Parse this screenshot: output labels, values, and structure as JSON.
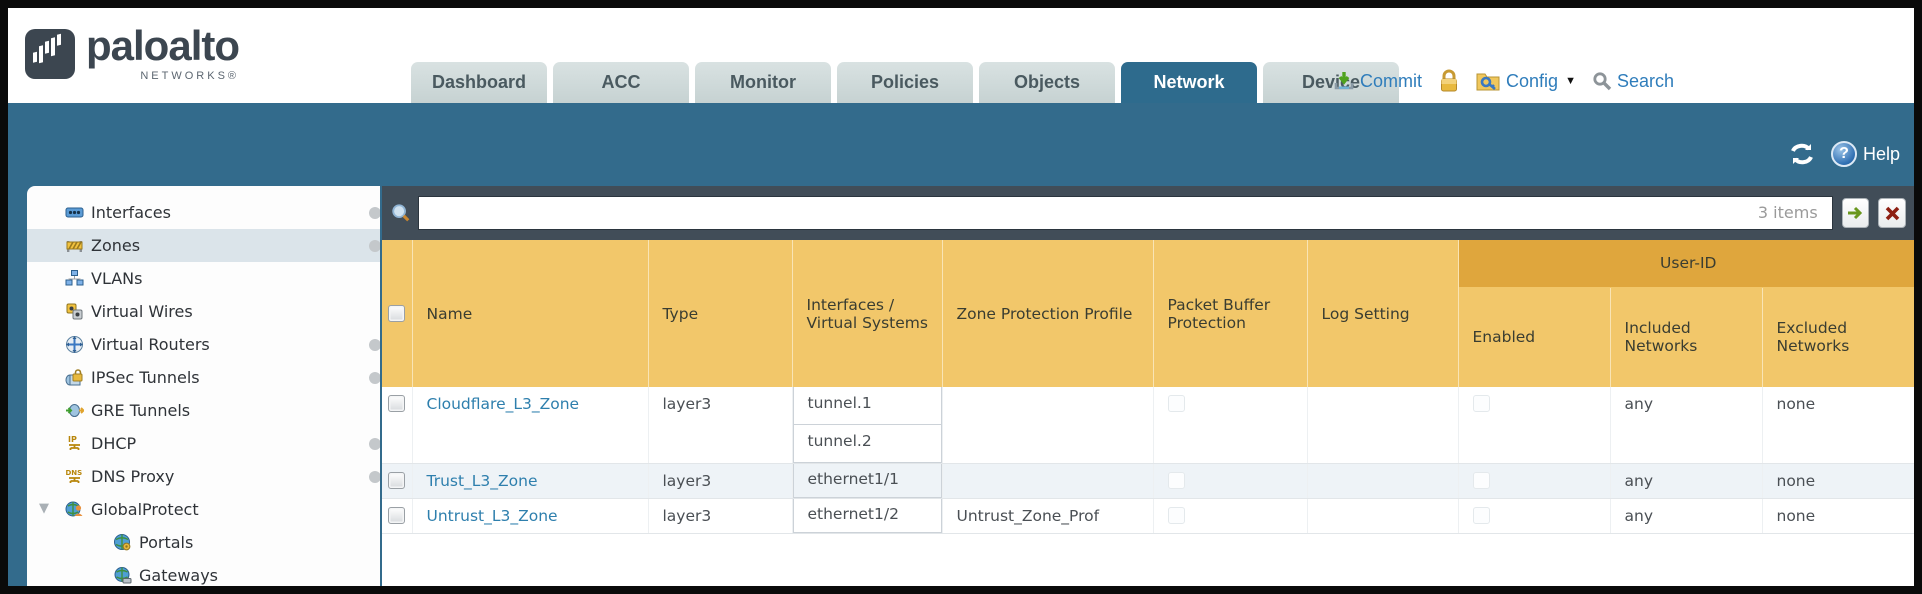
{
  "brand": {
    "name": "paloalto",
    "sub": "NETWORKS®"
  },
  "nav": {
    "tabs": [
      {
        "label": "Dashboard",
        "active": false
      },
      {
        "label": "ACC",
        "active": false
      },
      {
        "label": "Monitor",
        "active": false
      },
      {
        "label": "Policies",
        "active": false
      },
      {
        "label": "Objects",
        "active": false
      },
      {
        "label": "Network",
        "active": true
      },
      {
        "label": "Device",
        "active": false
      }
    ]
  },
  "quickbar": {
    "commit": "Commit",
    "config": "Config",
    "search": "Search"
  },
  "utility": {
    "help": "Help"
  },
  "sidebar": {
    "items": [
      {
        "label": "Interfaces",
        "icon": "interfaces",
        "dot": true,
        "selected": false
      },
      {
        "label": "Zones",
        "icon": "zones",
        "dot": true,
        "selected": true
      },
      {
        "label": "VLANs",
        "icon": "vlans",
        "dot": false,
        "selected": false
      },
      {
        "label": "Virtual Wires",
        "icon": "virtual-wires",
        "dot": false,
        "selected": false
      },
      {
        "label": "Virtual Routers",
        "icon": "virtual-routers",
        "dot": true,
        "selected": false
      },
      {
        "label": "IPSec Tunnels",
        "icon": "ipsec-tunnels",
        "dot": true,
        "selected": false
      },
      {
        "label": "GRE Tunnels",
        "icon": "gre-tunnels",
        "dot": false,
        "selected": false
      },
      {
        "label": "DHCP",
        "icon": "dhcp",
        "dot": true,
        "selected": false
      },
      {
        "label": "DNS Proxy",
        "icon": "dns-proxy",
        "dot": true,
        "selected": false
      },
      {
        "label": "GlobalProtect",
        "icon": "globalprotect",
        "dot": false,
        "selected": false,
        "expanded": true
      },
      {
        "label": "Portals",
        "icon": "portals",
        "dot": false,
        "selected": false,
        "child": true
      },
      {
        "label": "Gateways",
        "icon": "gateways",
        "dot": false,
        "selected": false,
        "child": true
      }
    ]
  },
  "filter": {
    "value": "",
    "count": "3 items"
  },
  "table": {
    "group_header": "User-ID",
    "columns": [
      "Name",
      "Type",
      "Interfaces / Virtual Systems",
      "Zone Protection Profile",
      "Packet Buffer Protection",
      "Log Setting",
      "Enabled",
      "Included Networks",
      "Excluded Networks"
    ],
    "rows": [
      {
        "name": "Cloudflare_L3_Zone",
        "type": "layer3",
        "interfaces": [
          "tunnel.1",
          "tunnel.2"
        ],
        "zone_protection": "",
        "log_setting": "",
        "included": "any",
        "excluded": "none"
      },
      {
        "name": "Trust_L3_Zone",
        "type": "layer3",
        "interfaces": [
          "ethernet1/1"
        ],
        "zone_protection": "",
        "log_setting": "",
        "included": "any",
        "excluded": "none"
      },
      {
        "name": "Untrust_L3_Zone",
        "type": "layer3",
        "interfaces": [
          "ethernet1/2"
        ],
        "zone_protection": "Untrust_Zone_Prof",
        "log_setting": "",
        "included": "any",
        "excluded": "none"
      }
    ]
  },
  "colors": {
    "chrome_teal": "#336b8c",
    "filter_slate": "#414d58",
    "header_gold": "#f2c76a",
    "userid_band": "#dfa63d",
    "link_blue": "#2e7fad",
    "toolbar_blue": "#2f7dbb",
    "alt_row": "#eef3f7"
  }
}
